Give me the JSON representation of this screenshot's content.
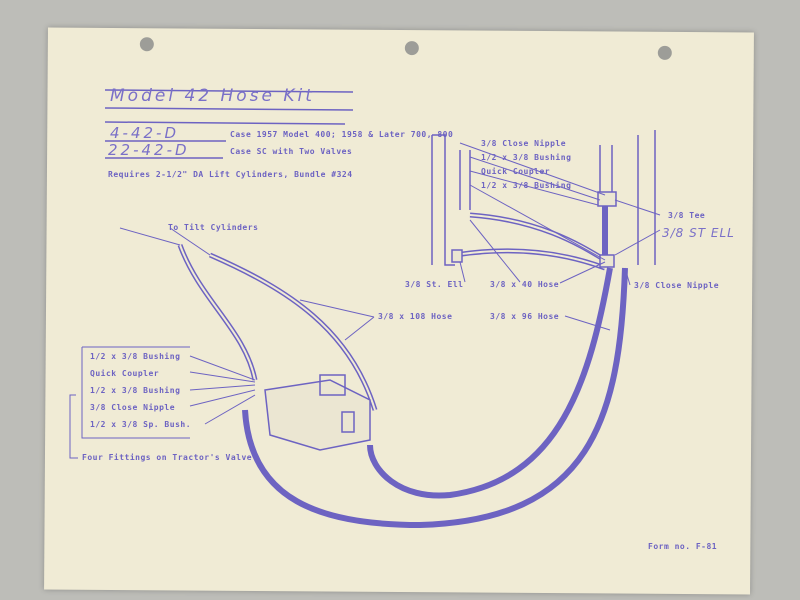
{
  "title": "Model 42 Hose Kit",
  "kits": [
    {
      "code": "4-42-D",
      "desc": "Case 1957 Model 400; 1958 & Later 700, 800"
    },
    {
      "code": "22-42-D",
      "desc": "Case SC with Two Valves"
    }
  ],
  "requirement": "Requires 2-1/2\" DA Lift Cylinders, Bundle #324",
  "labels": {
    "tilt": "To Tilt Cylinders",
    "hose108": "3/8 x 108 Hose",
    "hose40": "3/8 x 40 Hose",
    "hose96": "3/8 x 96 Hose",
    "close_nipple_top": "3/8 Close Nipple",
    "bushing_top1": "1/2 x 3/8 Bushing",
    "quick_coupler_top": "Quick Coupler",
    "bushing_top2": "1/2 x 3/8 Bushing",
    "tee": "3/8 Tee",
    "st_ell_hand": "3/8 ST ELL",
    "st_ell": "3/8 St. Ell",
    "close_nipple_right": "3/8 Close Nipple"
  },
  "valve_fittings": [
    "1/2 x 3/8 Bushing",
    "Quick Coupler",
    "1/2 x 3/8 Bushing",
    "3/8 Close Nipple",
    "1/2 x 3/8 Sp. Bush."
  ],
  "valve_note": "Four Fittings on Tractor's Valve",
  "form_no": "Form no. F-81",
  "colors": {
    "ink": "#6d63c2",
    "paper": "#f0ebd5",
    "background": "#bdbdb8"
  }
}
